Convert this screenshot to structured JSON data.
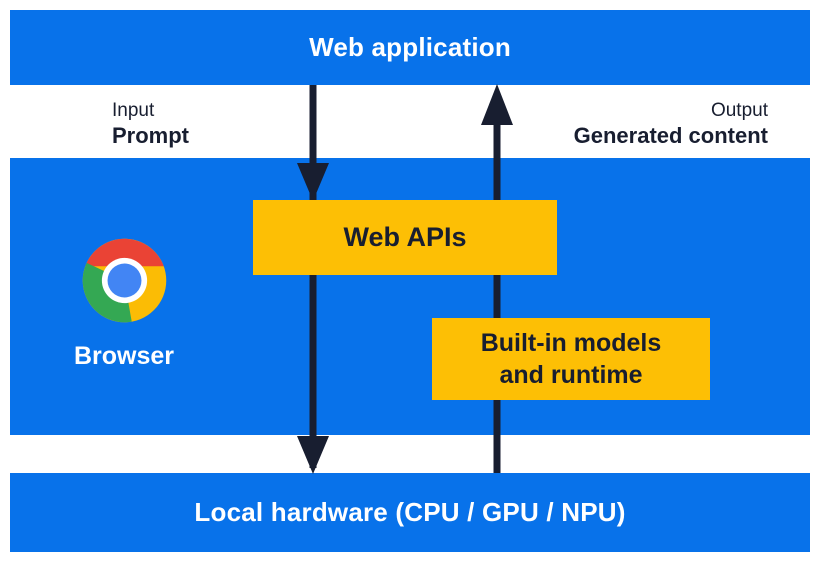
{
  "colors": {
    "band_blue": "#0872EA",
    "box_yellow": "#FDBF05",
    "ink_navy": "#181E30",
    "title_white": "#FFFFFF",
    "chrome_red": "#EA4335",
    "chrome_yellow": "#FBBC05",
    "chrome_green": "#34A853",
    "chrome_blue": "#4285F4"
  },
  "bands": {
    "web_application": "Web application",
    "local_hardware": "Local hardware (CPU / GPU / NPU)"
  },
  "flow_labels": {
    "input_caption": "Input",
    "input_value": "Prompt",
    "output_caption": "Output",
    "output_value": "Generated content"
  },
  "browser": {
    "label": "Browser",
    "icon": "chrome-icon"
  },
  "boxes": {
    "web_apis": "Web APIs",
    "builtin_models_line1": "Built-in models",
    "builtin_models_line2": "and runtime"
  },
  "icons": [
    "chrome-icon",
    "down-arrow-icon",
    "up-arrow-icon"
  ]
}
